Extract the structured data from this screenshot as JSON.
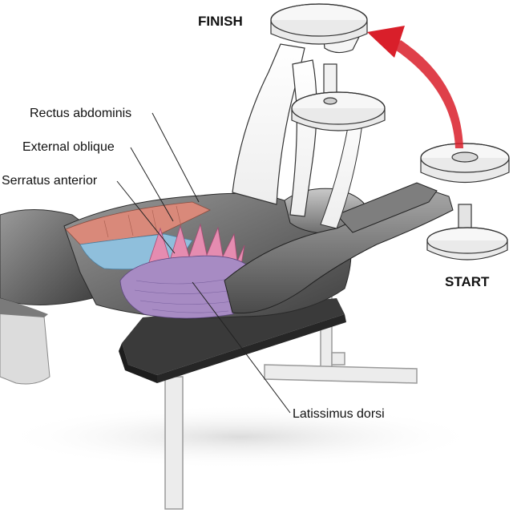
{
  "labels": {
    "finish": "FINISH",
    "start": "START",
    "rectus_abdominis": "Rectus abdominis",
    "external_oblique": "External oblique",
    "serratus_anterior": "Serratus anterior",
    "latissimus_dorsi": "Latissimus dorsi"
  },
  "colors": {
    "body_shade": "#8a8a8a",
    "body_dark": "#3c3c3c",
    "latissimus": "#a78bc3",
    "serratus": "#e58cb0",
    "oblique": "#8fbfdc",
    "rectus": "#d9897a",
    "arrow": "#d91f2a",
    "bench": "#2e2e2e",
    "frame": "#e6e6e6",
    "weight_plate": "#f2f2f2"
  }
}
